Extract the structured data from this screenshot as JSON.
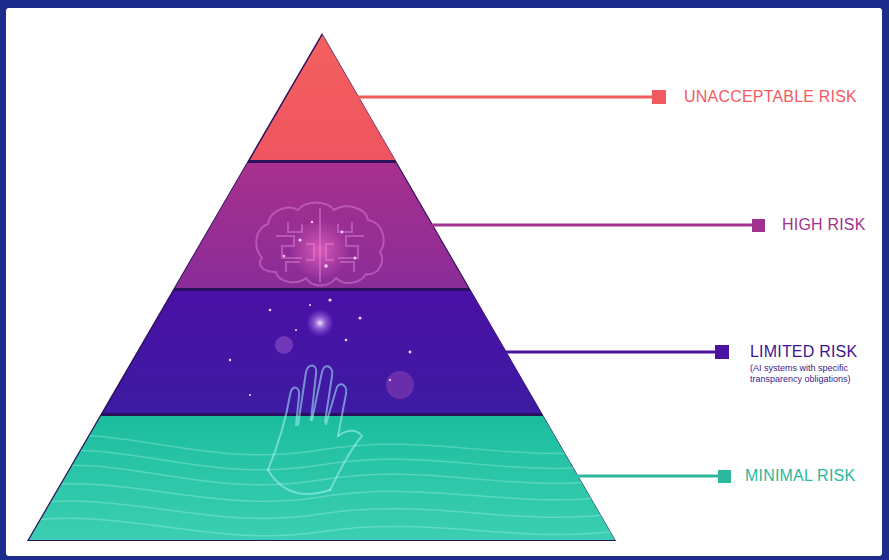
{
  "diagram": {
    "nodes": [
      {
        "text": [
          "UNACCEPTABLE RISK"
        ]
      },
      {
        "text": [
          "HIGH RISK"
        ]
      },
      {
        "text": [
          "LIMITED RISK",
          "(AI systems with specific transparency obligations)"
        ]
      },
      {
        "text": [
          "MINIMAL RISK"
        ]
      }
    ]
  }
}
